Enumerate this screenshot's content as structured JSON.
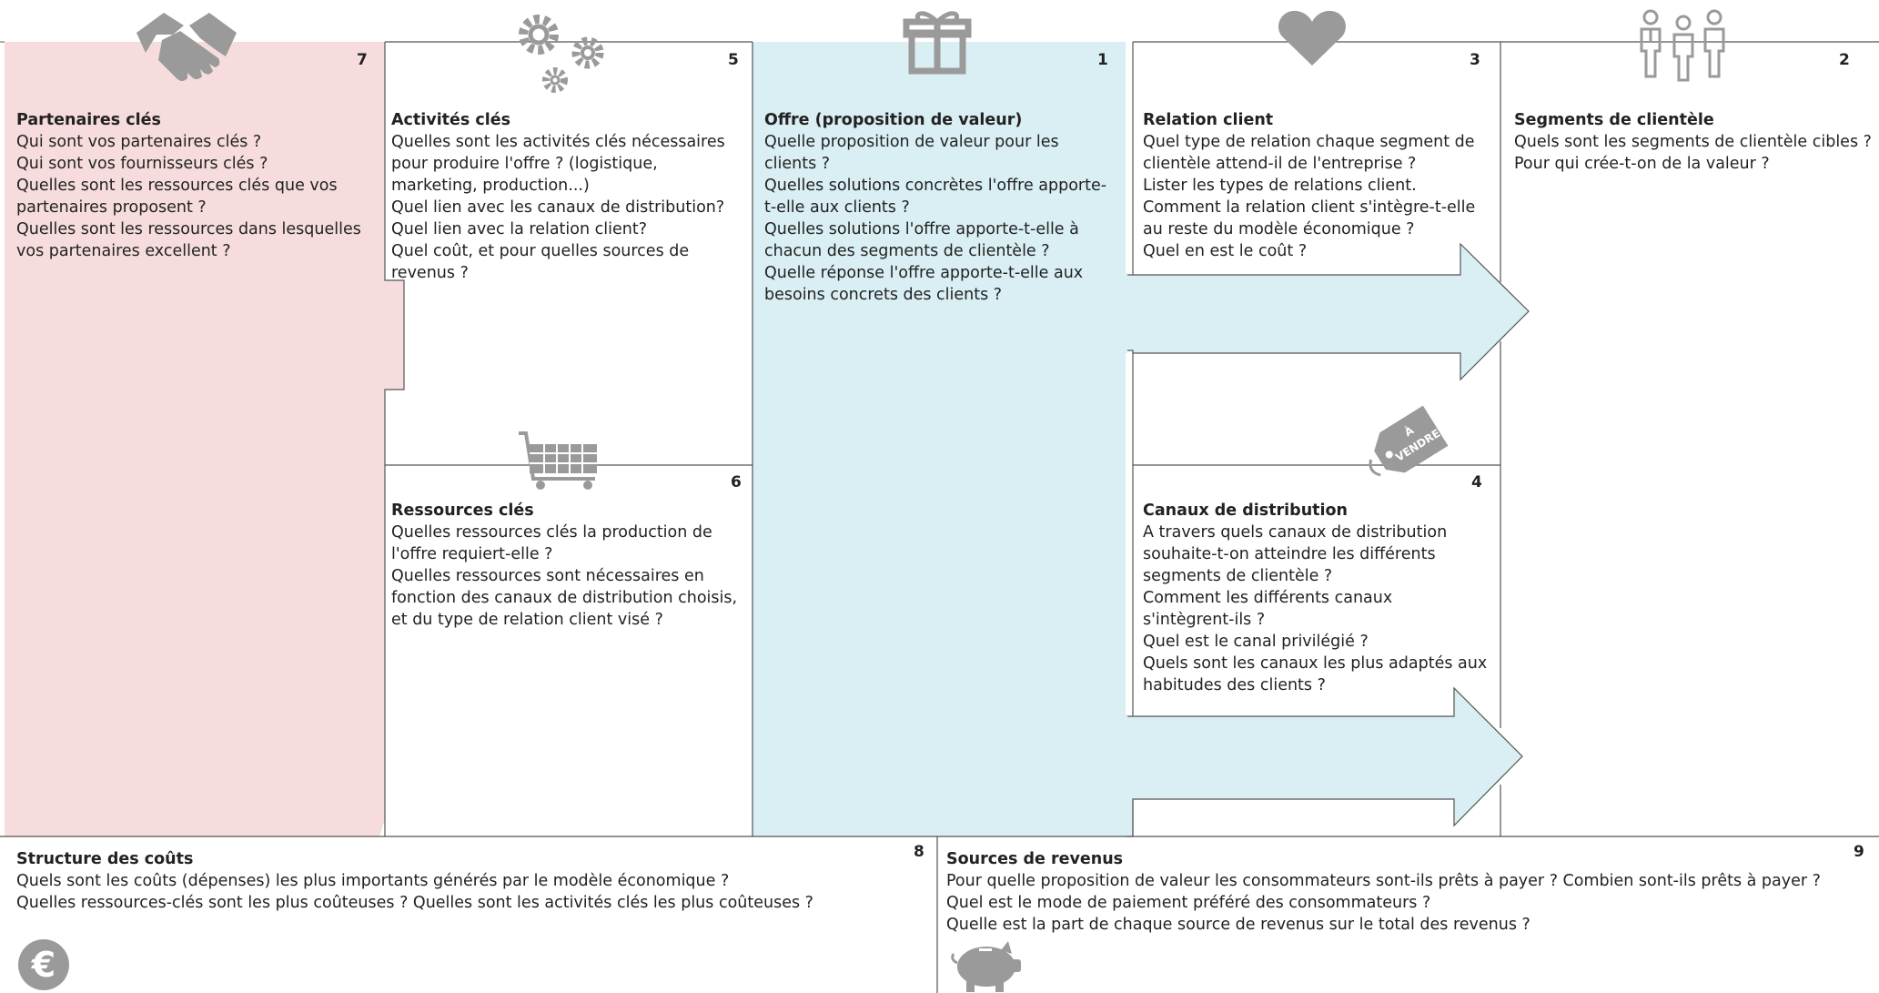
{
  "colors": {
    "partners_bg": "#f6dcdc",
    "value_bg": "#d9eff3",
    "border": "#555555",
    "icon": "#9a9a9a",
    "text": "#222222"
  },
  "partners": {
    "number": "7",
    "title": "Partenaires clés",
    "lines": [
      "Qui sont vos partenaires clés ?",
      "Qui sont vos fournisseurs clés ?",
      "Quelles sont les ressources clés que vos",
      "partenaires proposent ?",
      "Quelles sont les ressources dans lesquelles",
      "vos partenaires excellent ?"
    ],
    "icon": "handshake-icon"
  },
  "activities": {
    "number": "5",
    "title": "Activités clés",
    "lines": [
      "Quelles sont les activités clés nécessaires",
      "pour produire l'offre ? (logistique,",
      "marketing, production...)",
      "Quel lien avec les canaux de distribution?",
      "Quel lien avec la relation client?",
      "Quel coût, et pour quelles sources de",
      "revenus ?"
    ],
    "icon": "gears-icon"
  },
  "resources": {
    "number": "6",
    "title": "Ressources clés",
    "lines": [
      "Quelles ressources clés la production de",
      "l'offre requiert-elle ?",
      "Quelles ressources sont nécessaires en",
      "fonction des canaux de distribution choisis,",
      "et du type de relation client visé ?"
    ],
    "icon": "shopping-cart-icon"
  },
  "offer": {
    "number": "1",
    "title": "Offre (proposition de valeur)",
    "lines": [
      "Quelle proposition de valeur pour les",
      "clients ?",
      "Quelles solutions concrètes l'offre apporte-",
      "t-elle aux clients ?",
      "Quelles solutions l'offre apporte-t-elle à",
      "chacun des segments de clientèle ?",
      "Quelle réponse l'offre apporte-t-elle aux",
      "besoins concrets des clients ?"
    ],
    "icon": "gift-icon"
  },
  "relation": {
    "number": "3",
    "title": "Relation client",
    "lines": [
      "Quel type de relation chaque segment de",
      "clientèle attend-il de l'entreprise ?",
      "Lister les types de relations client.",
      "Comment la relation client s'intègre-t-elle",
      "au reste du modèle économique ?",
      "Quel en est le coût ?"
    ],
    "icon": "heart-icon"
  },
  "channels": {
    "number": "4",
    "title": "Canaux de distribution",
    "lines": [
      "A travers quels canaux de distribution",
      "souhaite-t-on atteindre les différents",
      "segments de clientèle ?",
      "Comment les différents canaux",
      "s'intègrent-ils ?",
      "Quel est le canal privilégié ?",
      "Quels sont les canaux les plus adaptés aux",
      "habitudes des clients ?"
    ],
    "icon": "price-tag-icon",
    "tag_text_1": "À",
    "tag_text_2": "VENDRE"
  },
  "segments": {
    "number": "2",
    "title": "Segments de clientèle",
    "lines": [
      "Quels sont les segments de clientèle cibles ?",
      "Pour qui crée-t-on de la valeur ?"
    ],
    "icon": "people-icon"
  },
  "costs": {
    "number": "8",
    "title": "Structure des coûts",
    "lines": [
      "Quels sont les coûts (dépenses) les plus importants générés par le modèle économique ?",
      "Quelles ressources-clés sont les plus coûteuses ? Quelles sont les activités clés les plus coûteuses ?"
    ],
    "icon": "euro-icon",
    "icon_symbol": "€"
  },
  "revenues": {
    "number": "9",
    "title": "Sources de revenus",
    "lines": [
      "Pour quelle proposition de valeur les consommateurs sont-ils prêts à payer ? Combien sont-ils prêts à payer ?",
      "Quel est le mode de paiement préféré des consommateurs ?",
      "Quelle est la part de chaque source de revenus sur le total des revenus ?"
    ],
    "icon": "piggy-bank-icon"
  }
}
